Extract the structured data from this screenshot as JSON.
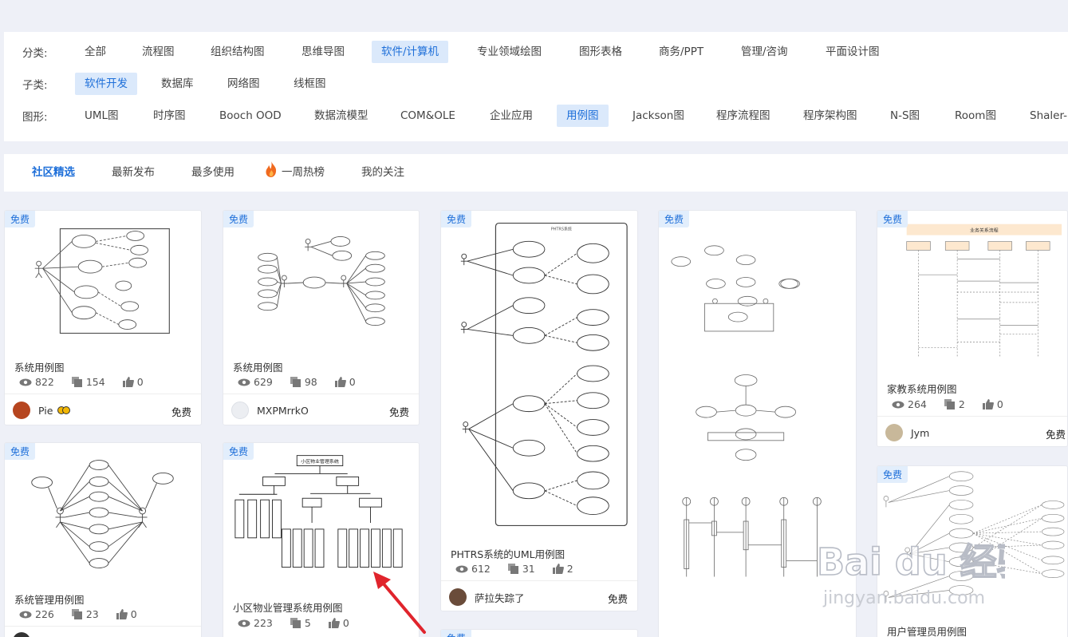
{
  "filters": {
    "category": {
      "label": "分类:",
      "options": [
        "全部",
        "流程图",
        "组织结构图",
        "思维导图",
        "软件/计算机",
        "专业领域绘图",
        "图形表格",
        "商务/PPT",
        "管理/咨询",
        "平面设计图"
      ],
      "selected": "软件/计算机"
    },
    "subcategory": {
      "label": "子类:",
      "options": [
        "软件开发",
        "数据库",
        "网络图",
        "线框图"
      ],
      "selected": "软件开发"
    },
    "shape": {
      "label": "图形:",
      "options": [
        "UML图",
        "时序图",
        "Booch OOD",
        "数据流模型",
        "COM&OLE",
        "企业应用",
        "用例图",
        "Jackson图",
        "程序流程图",
        "程序架构图",
        "N-S图",
        "Room图",
        "Shaler-M"
      ],
      "selected": "用例图"
    }
  },
  "tabs": [
    "社区精选",
    "最新发布",
    "最多使用",
    "一周热榜",
    "我的关注"
  ],
  "active_tab": "社区精选",
  "cards": [
    {
      "badge": "免费",
      "title": "系统用例图",
      "views": "822",
      "copies": "154",
      "likes": "0",
      "author": "Pie",
      "price": "免费"
    },
    {
      "badge": "免费",
      "title": "系统用例图",
      "views": "629",
      "copies": "98",
      "likes": "0",
      "author": "MXPMrrkO",
      "price": "免费"
    },
    {
      "badge": "免费",
      "title": "PHTRS系统的UML用例图",
      "views": "612",
      "copies": "31",
      "likes": "2",
      "author": "萨拉失踪了",
      "price": "免费",
      "thumb_title": "PHTRS系统"
    },
    {
      "badge": "免费"
    },
    {
      "badge": "免费",
      "title": "家教系统用例图",
      "views": "264",
      "copies": "2",
      "likes": "0",
      "author": "Jym",
      "price": "免费",
      "thumb_title": "业务关系流程"
    },
    {
      "badge": "免费",
      "title": "系统管理用例图",
      "views": "226",
      "copies": "23",
      "likes": "0"
    },
    {
      "badge": "免费",
      "title": "小区物业管理系统用例图",
      "views": "223",
      "copies": "5",
      "likes": "0",
      "thumb_title": "小区物业管理系统"
    },
    {
      "badge": "免费",
      "title": "用户管理员用例图"
    },
    {
      "badge": "免费"
    }
  ],
  "watermark": {
    "brand": "Bai du 经验",
    "url": "jingyan.baidu.com"
  },
  "colors": {
    "accent": "#1e6fd9",
    "active_chip_bg": "#dbe9fb",
    "badge_bg": "#e2eefc",
    "arrow": "#e0242c"
  }
}
